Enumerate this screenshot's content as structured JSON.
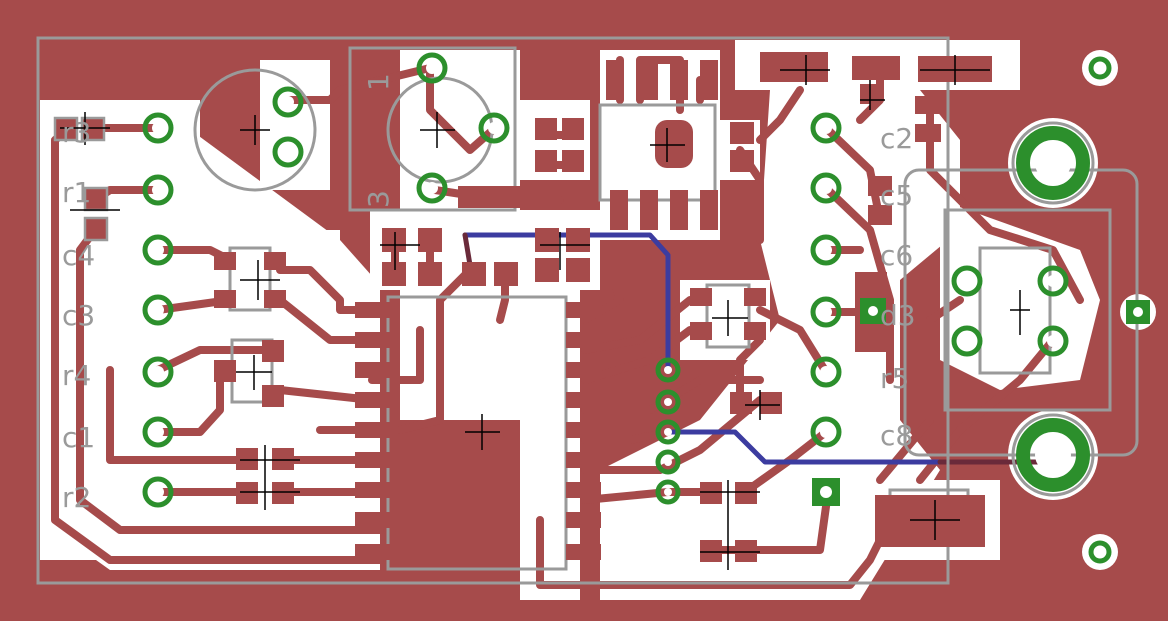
{
  "board": {
    "copper_color": "#a64b4b",
    "clearance_color": "#ffffff",
    "silk_color": "#9a9a9a",
    "via_color": "#2c8f2c",
    "bottom_trace_color": "#3c3ca0",
    "marker_color": "#000000"
  },
  "labels": {
    "r3": "r3",
    "r1": "r1",
    "c4": "c4",
    "c3": "c3",
    "r4": "r4",
    "c1": "c1",
    "r2": "r2",
    "c2": "c2",
    "c5": "c5",
    "c6": "c6",
    "d3": "d3",
    "r5": "r5",
    "c8": "c8",
    "pot_pin1": "1",
    "pot_pin3": "3"
  },
  "icons": {
    "component_marker": "crosshair-icon",
    "through_hole_pad": "via-ring-icon",
    "mounting_hole": "mount-hole-icon"
  }
}
